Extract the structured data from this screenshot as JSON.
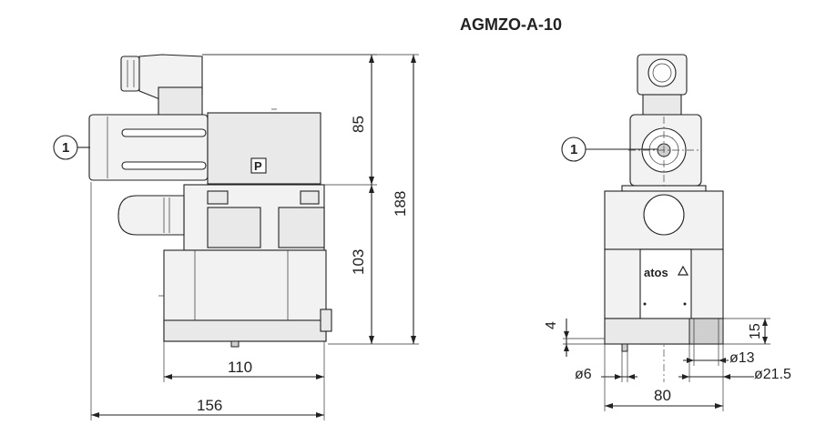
{
  "title": "AGMZO-A-10",
  "side_view": {
    "callout": "1",
    "connector_symbol": "P",
    "dim_85": "85",
    "dim_188": "188",
    "dim_103": "103",
    "dim_110": "110",
    "dim_156": "156"
  },
  "front_view": {
    "callout": "1",
    "brand_logo": "atos",
    "dim_4": "4",
    "dim_15": "15",
    "dim_13": "ø13",
    "dim_6": "ø6",
    "dim_21_5": "ø21.5",
    "dim_80": "80"
  },
  "colors": {
    "line": "#222222",
    "fill_light": "#f2f2f2",
    "fill_dark": "#cfcfcf"
  }
}
